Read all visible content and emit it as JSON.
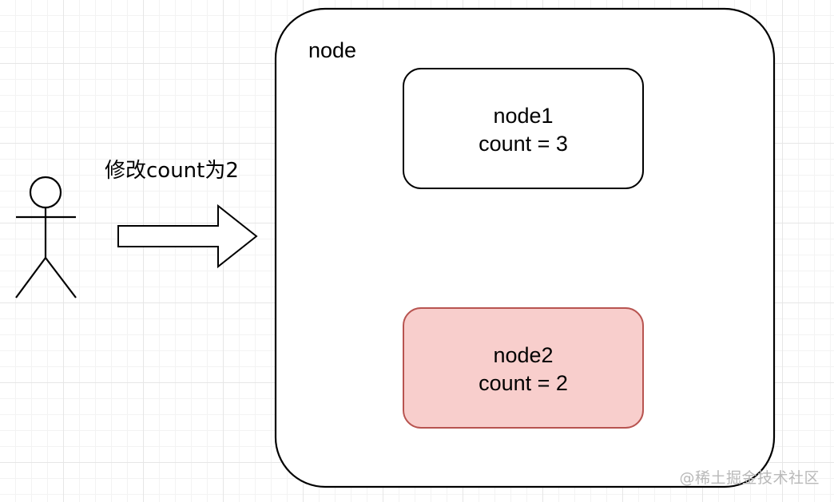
{
  "diagram": {
    "container": {
      "label": "node"
    },
    "children": [
      {
        "name": "node1",
        "value": "count = 3",
        "fill": "#ffffff",
        "stroke": "#000000"
      },
      {
        "name": "node2",
        "value": "count = 2",
        "fill": "#f8cecc",
        "stroke": "#b85450"
      }
    ],
    "actor": {
      "icon": "stick-figure-icon"
    },
    "arrow": {
      "icon": "block-arrow-right-icon",
      "label": "修改count为2"
    }
  },
  "watermark": "@稀土掘金技术社区"
}
